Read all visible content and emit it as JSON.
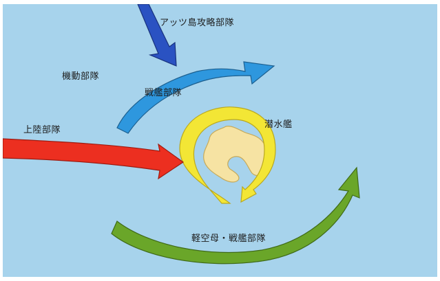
{
  "labels": {
    "attu_force": "アッツ島攻略部隊",
    "mobile_force": "機動部隊",
    "battleship_force": "戦艦部隊",
    "landing_force": "上陸部隊",
    "submarine": "潜水艦",
    "light_carrier_battleship": "軽空母・戦艦部隊"
  },
  "colors": {
    "sea": "#a7d3ec",
    "island": "#f6e3a3",
    "attu_arrow": "#2a52c2",
    "battleship_arrow": "#2e97de",
    "landing_arrow": "#ec2f20",
    "submarine_arrow": "#f3e635",
    "carrier_arrow": "#6aa629"
  }
}
